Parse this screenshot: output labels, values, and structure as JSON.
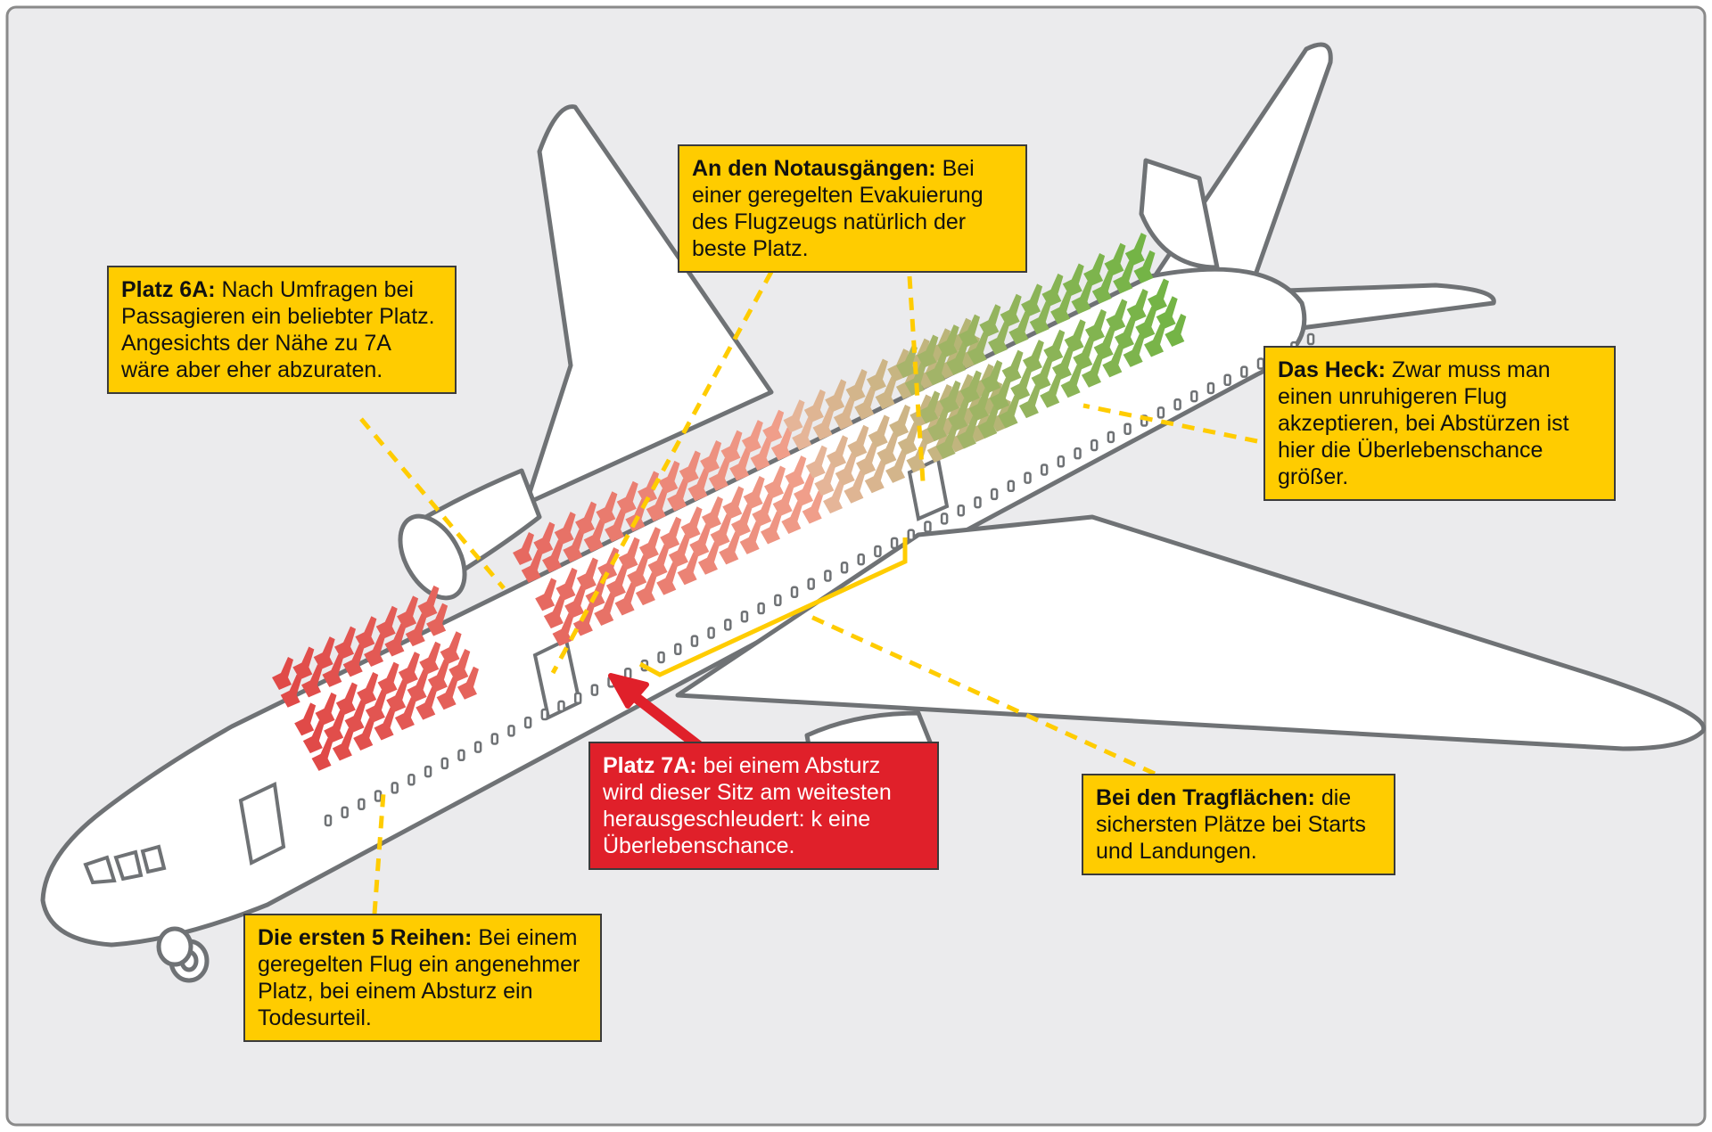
{
  "callouts": {
    "notausgaenge": {
      "title": "An den Notausgängen:",
      "body": "Bei einer geregelten Evakuierung des Flugzeugs natürlich der beste Platz."
    },
    "platz6a": {
      "title": "Platz 6A:",
      "body": "Nach Umfragen bei Passagieren ein beliebter Platz. Angesichts der Nähe zu 7A wäre aber eher abzuraten."
    },
    "heck": {
      "title": "Das Heck:",
      "body": "Zwar muss man einen unruhigeren Flug akzeptieren, bei Abstürzen ist hier die Überlebenschance größer."
    },
    "platz7a": {
      "title": "Platz 7A:",
      "body": "bei einem Absturz wird dieser Sitz am weitesten herausgeschleudert: k eine Überlebenschance."
    },
    "tragflaechen": {
      "title": "Bei den Tragflächen:",
      "body": "die sichersten Plätze bei Starts und Landungen."
    },
    "ersten5": {
      "title": "Die ersten 5 Reihen:",
      "body": "Bei einem geregelten Flug ein angenehmer Platz, bei einem Absturz ein Todesurteil."
    }
  },
  "colors": {
    "background": "#ebebed",
    "outline": "#6f7275",
    "callout_yellow": "#ffcc00",
    "callout_red": "#e0202a",
    "leader_line": "#ffcc00",
    "seat_front": "#e04a48",
    "seat_mid": "#f0a08c",
    "seat_green": "#74b446"
  }
}
